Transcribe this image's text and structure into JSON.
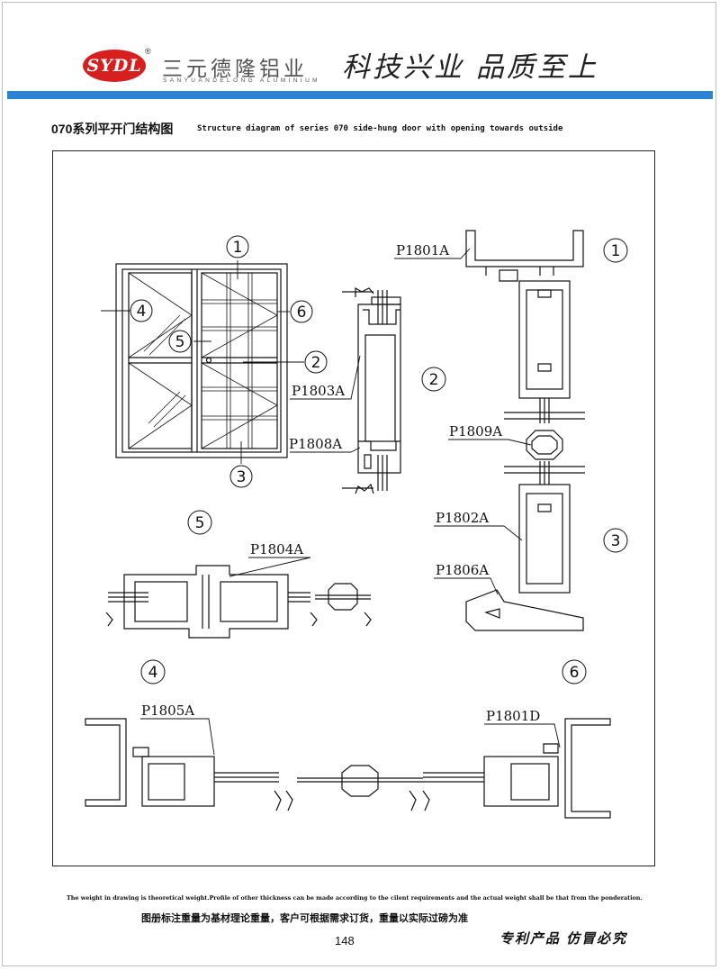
{
  "header": {
    "logo_text": "SYDL",
    "logo_mark": "®",
    "company_cn": "三元德隆铝业",
    "company_en": "SANYUANDELONG ALUMINIUM",
    "slogan": "科技兴业  品质至上",
    "bar_color": "#2a83d6",
    "logo_color": "#d62020"
  },
  "title": {
    "cn": "070系列平开门结构图",
    "en": "Structure diagram of series 070 side-hung door with opening towards outside"
  },
  "diagram": {
    "callouts": [
      "1",
      "2",
      "3",
      "4",
      "5",
      "6"
    ],
    "parts": {
      "p1801a": "P1801A",
      "p1803a": "P1803A",
      "p1808a": "P1808A",
      "p1809a": "P1809A",
      "p1802a": "P1802A",
      "p1806a": "P1806A",
      "p1804a": "P1804A",
      "p1805a": "P1805A",
      "p1801d": "P1801D"
    }
  },
  "footer": {
    "note_en": "The weight in drawing is theoretical weight.Profile of other thickness can be made according to the cilent requirements and the actual weight shall be that from the ponderation.",
    "note_cn": "图册标注重量为基材理论重量，客户可根据需求订货，重量以实际过磅为准",
    "page_number": "148",
    "patent": "专利产品 仿冒必究"
  }
}
